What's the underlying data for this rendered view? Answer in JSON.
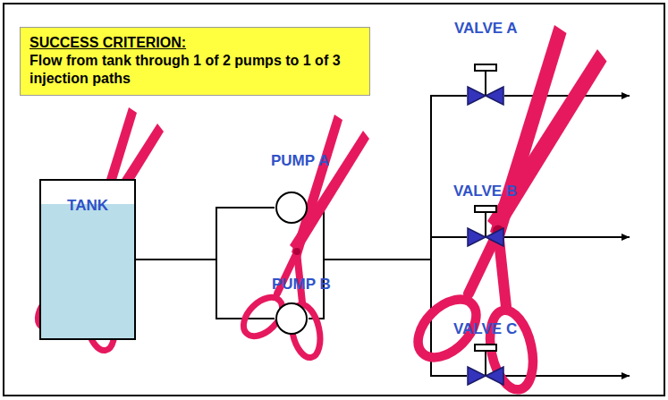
{
  "diagram": {
    "nodes": [
      {
        "text": [
          "SUCCESS CRITERION:",
          "Flow from tank through 1 of 2 pumps to 1 of 3 injection paths"
        ]
      },
      {
        "text": [
          "TANK"
        ]
      },
      {
        "text": [
          "PUMP A"
        ]
      },
      {
        "text": [
          "PUMP B"
        ]
      },
      {
        "text": [
          "VALVE A"
        ]
      },
      {
        "text": [
          "VALVE B"
        ]
      },
      {
        "text": [
          "VALVE C"
        ]
      }
    ],
    "edges": [
      {
        "from": 1,
        "to": 2,
        "arrow": "none"
      },
      {
        "from": 1,
        "to": 3,
        "arrow": "none"
      },
      {
        "from": 2,
        "to": 4,
        "arrow": "none"
      },
      {
        "from": 2,
        "to": 5,
        "arrow": "none"
      },
      {
        "from": 2,
        "to": 6,
        "arrow": "none"
      },
      {
        "from": 3,
        "to": 4,
        "arrow": "none"
      },
      {
        "from": 3,
        "to": 5,
        "arrow": "none"
      },
      {
        "from": 3,
        "to": 6,
        "arrow": "none"
      }
    ]
  }
}
